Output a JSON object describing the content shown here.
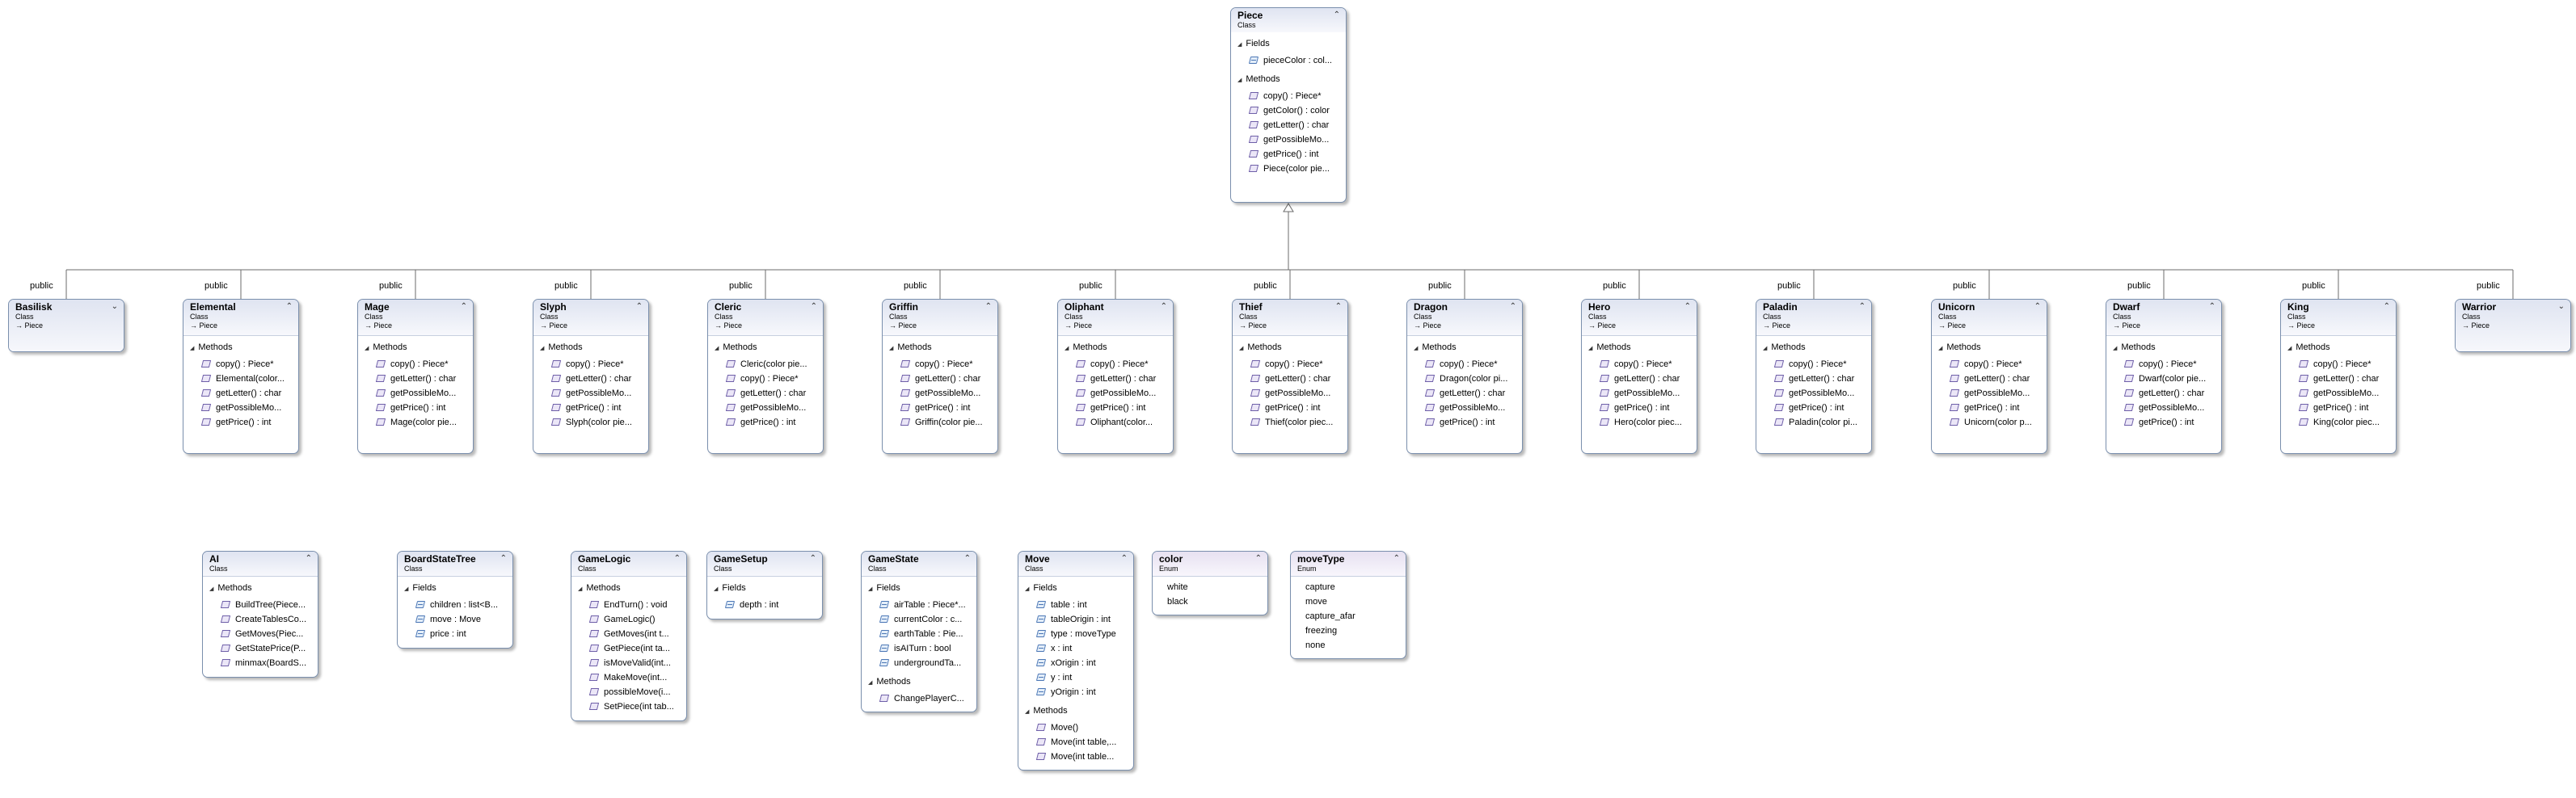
{
  "diagram": {
    "inheritance_label": "public",
    "stereotype_class": "Class",
    "stereotype_enum": "Enum",
    "fields_label": "Fields",
    "methods_label": "Methods",
    "expanded_icon": "chevron-up-icon",
    "collapsed_icon": "chevron-down-icon"
  },
  "piece": {
    "name": "Piece",
    "fields": [
      "pieceColor : col..."
    ],
    "methods": [
      "copy() : Piece*",
      "getColor() : color",
      "getLetter() : char",
      "getPossibleMo...",
      "getPrice() : int",
      "Piece(color pie..."
    ]
  },
  "subclasses": [
    {
      "name": "Basilisk",
      "base": "Piece",
      "collapsed": true,
      "methods": []
    },
    {
      "name": "Elemental",
      "base": "Piece",
      "collapsed": false,
      "methods": [
        "copy() : Piece*",
        "Elemental(color...",
        "getLetter() : char",
        "getPossibleMo...",
        "getPrice() : int"
      ]
    },
    {
      "name": "Mage",
      "base": "Piece",
      "collapsed": false,
      "methods": [
        "copy() : Piece*",
        "getLetter() : char",
        "getPossibleMo...",
        "getPrice() : int",
        "Mage(color pie..."
      ]
    },
    {
      "name": "Slyph",
      "base": "Piece",
      "collapsed": false,
      "methods": [
        "copy() : Piece*",
        "getLetter() : char",
        "getPossibleMo...",
        "getPrice() : int",
        "Slyph(color pie..."
      ]
    },
    {
      "name": "Cleric",
      "base": "Piece",
      "collapsed": false,
      "methods": [
        "Cleric(color pie...",
        "copy() : Piece*",
        "getLetter() : char",
        "getPossibleMo...",
        "getPrice() : int"
      ]
    },
    {
      "name": "Griffin",
      "base": "Piece",
      "collapsed": false,
      "methods": [
        "copy() : Piece*",
        "getLetter() : char",
        "getPossibleMo...",
        "getPrice() : int",
        "Griffin(color pie..."
      ]
    },
    {
      "name": "Oliphant",
      "base": "Piece",
      "collapsed": false,
      "methods": [
        "copy() : Piece*",
        "getLetter() : char",
        "getPossibleMo...",
        "getPrice() : int",
        "Oliphant(color..."
      ]
    },
    {
      "name": "Thief",
      "base": "Piece",
      "collapsed": false,
      "methods": [
        "copy() : Piece*",
        "getLetter() : char",
        "getPossibleMo...",
        "getPrice() : int",
        "Thief(color piec..."
      ]
    },
    {
      "name": "Dragon",
      "base": "Piece",
      "collapsed": false,
      "methods": [
        "copy() : Piece*",
        "Dragon(color pi...",
        "getLetter() : char",
        "getPossibleMo...",
        "getPrice() : int"
      ]
    },
    {
      "name": "Hero",
      "base": "Piece",
      "collapsed": false,
      "methods": [
        "copy() : Piece*",
        "getLetter() : char",
        "getPossibleMo...",
        "getPrice() : int",
        "Hero(color piec..."
      ]
    },
    {
      "name": "Paladin",
      "base": "Piece",
      "collapsed": false,
      "methods": [
        "copy() : Piece*",
        "getLetter() : char",
        "getPossibleMo...",
        "getPrice() : int",
        "Paladin(color pi..."
      ]
    },
    {
      "name": "Unicorn",
      "base": "Piece",
      "collapsed": false,
      "methods": [
        "copy() : Piece*",
        "getLetter() : char",
        "getPossibleMo...",
        "getPrice() : int",
        "Unicorn(color p..."
      ]
    },
    {
      "name": "Dwarf",
      "base": "Piece",
      "collapsed": false,
      "methods": [
        "copy() : Piece*",
        "Dwarf(color pie...",
        "getLetter() : char",
        "getPossibleMo...",
        "getPrice() : int"
      ]
    },
    {
      "name": "King",
      "base": "Piece",
      "collapsed": false,
      "methods": [
        "copy() : Piece*",
        "getLetter() : char",
        "getPossibleMo...",
        "getPrice() : int",
        "King(color piec..."
      ]
    },
    {
      "name": "Warrior",
      "base": "Piece",
      "collapsed": true,
      "methods": []
    }
  ],
  "others": [
    {
      "name": "AI",
      "kind": "class",
      "fields": [],
      "methods": [
        "BuildTree(Piece...",
        "CreateTablesCo...",
        "GetMoves(Piec...",
        "GetStatePrice(P...",
        "minmax(BoardS..."
      ]
    },
    {
      "name": "BoardStateTree",
      "kind": "class",
      "fields": [
        "children : list<B...",
        "move : Move",
        "price : int"
      ],
      "methods": []
    },
    {
      "name": "GameLogic",
      "kind": "class",
      "fields": [],
      "methods": [
        "EndTurn() : void",
        "GameLogic()",
        "GetMoves(int t...",
        "GetPiece(int ta...",
        "isMoveValid(int...",
        "MakeMove(int...",
        "possibleMove(i...",
        "SetPiece(int tab..."
      ]
    },
    {
      "name": "GameSetup",
      "kind": "class",
      "fields": [
        "depth : int"
      ],
      "methods": []
    },
    {
      "name": "GameState",
      "kind": "class",
      "fields": [
        "airTable : Piece*...",
        "currentColor : c...",
        "earthTable : Pie...",
        "isAITurn : bool",
        "undergroundTa..."
      ],
      "methods": [
        "ChangePlayerC..."
      ]
    },
    {
      "name": "Move",
      "kind": "class",
      "fields": [
        "table : int",
        "tableOrigin : int",
        "type : moveType",
        "x : int",
        "xOrigin : int",
        "y : int",
        "yOrigin : int"
      ],
      "methods": [
        "Move()",
        "Move(int table,...",
        "Move(int table..."
      ]
    },
    {
      "name": "color",
      "kind": "enum",
      "values": [
        "white",
        "black"
      ]
    },
    {
      "name": "moveType",
      "kind": "enum",
      "values": [
        "capture",
        "move",
        "capture_afar",
        "freezing",
        "none"
      ]
    }
  ]
}
